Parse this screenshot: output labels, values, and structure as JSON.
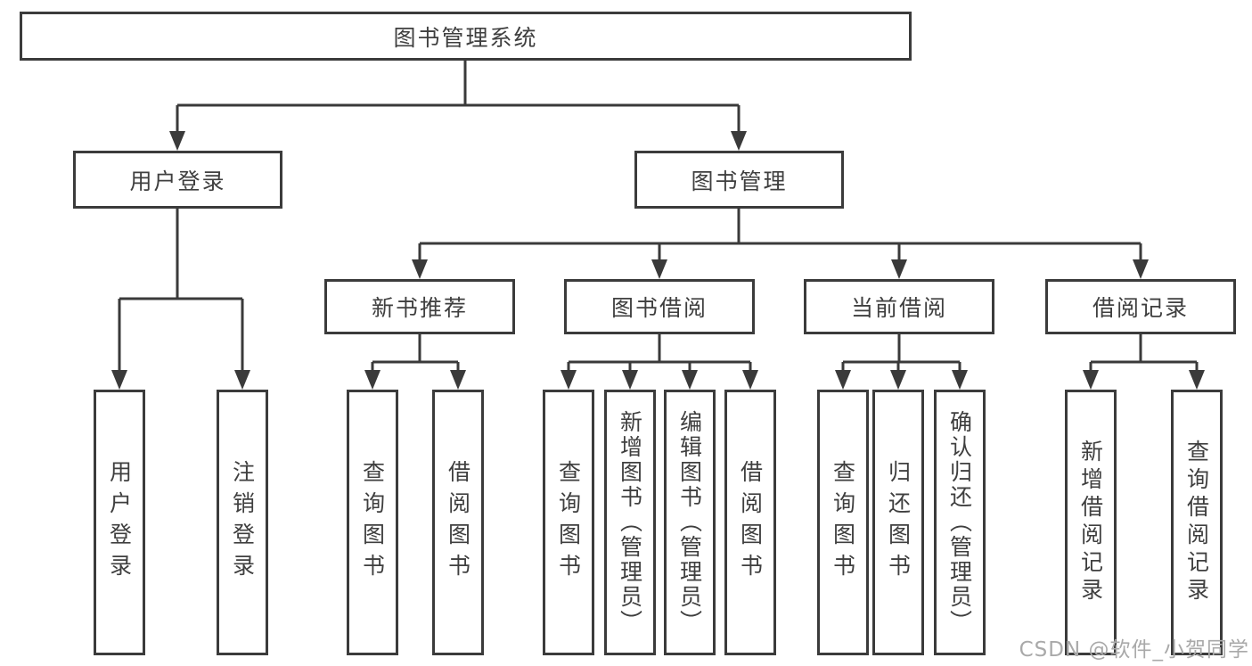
{
  "tree": {
    "root": "图书管理系统",
    "level2": [
      "用户登录",
      "图书管理"
    ],
    "level3": [
      "新书推荐",
      "图书借阅",
      "当前借阅",
      "借阅记录"
    ],
    "leaves": [
      "用户登录",
      "注销登录",
      "查询图书",
      "借阅图书",
      "查询图书",
      "新增图书（管理员）",
      "编辑图书（管理员）",
      "借阅图书",
      "查询图书",
      "归还图书",
      "确认归还（管理员）",
      "新增借阅记录",
      "查询借阅记录"
    ]
  },
  "watermark": "CSDN @软件_小贺同学",
  "colors": {
    "line": "#3a3a3a",
    "border": "#3b3b3b",
    "text": "#3f3f3f",
    "watermark": "#a9a9a9",
    "background": "#ffffff"
  }
}
